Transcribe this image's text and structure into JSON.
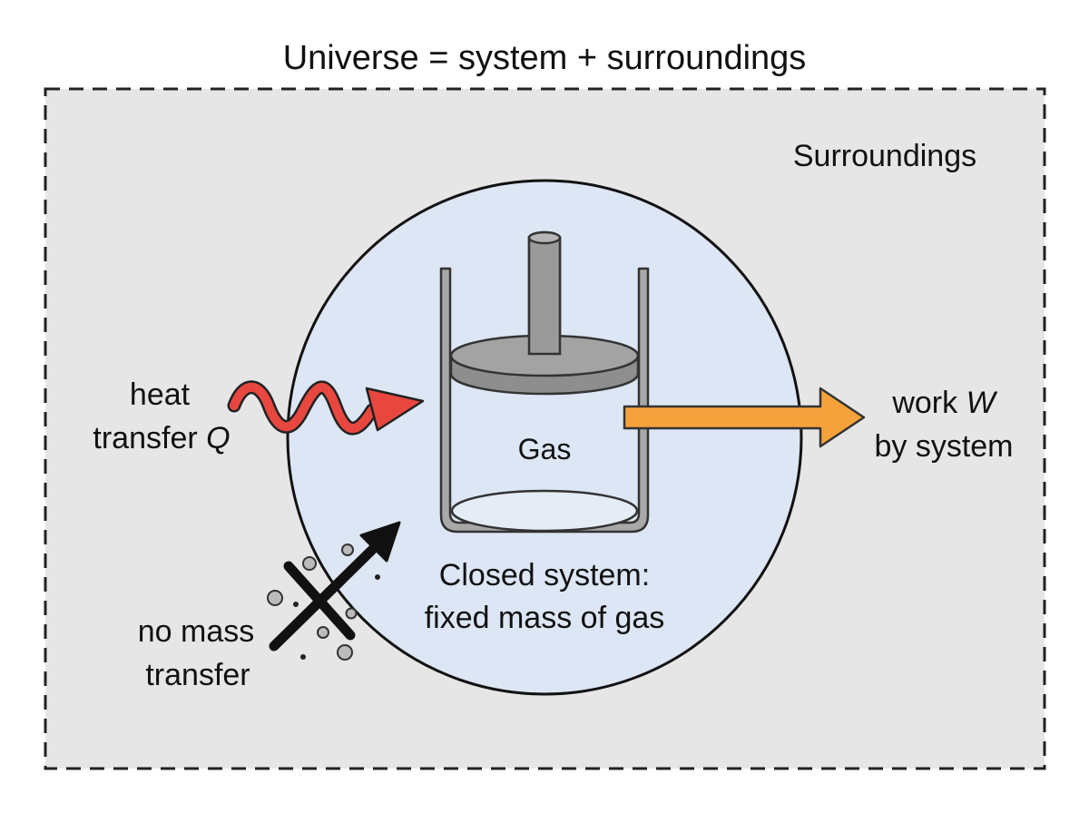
{
  "title": "Universe = system + surroundings",
  "surroundings_label": "Surroundings",
  "heat": {
    "line1": "heat",
    "line2_prefix": "transfer ",
    "symbol": "Q"
  },
  "work": {
    "line1_prefix": "work ",
    "symbol": "W",
    "line2": "by system"
  },
  "gas_label": "Gas",
  "closed_system": {
    "line1": "Closed system:",
    "line2": "fixed mass of gas"
  },
  "no_mass": {
    "line1": "no mass",
    "line2": "transfer"
  },
  "colors": {
    "surroundings_fill": "#e6e6e6",
    "system_fill": "#dce6f4",
    "heat_arrow": "#e8473f",
    "work_arrow": "#f6a23c",
    "piston": "#9a9a9a",
    "cylinder": "#a8a8a8"
  },
  "icons": [
    "wavy-heat-arrow",
    "work-arrow",
    "mass-blocked-cross-arrow",
    "piston-cylinder"
  ]
}
